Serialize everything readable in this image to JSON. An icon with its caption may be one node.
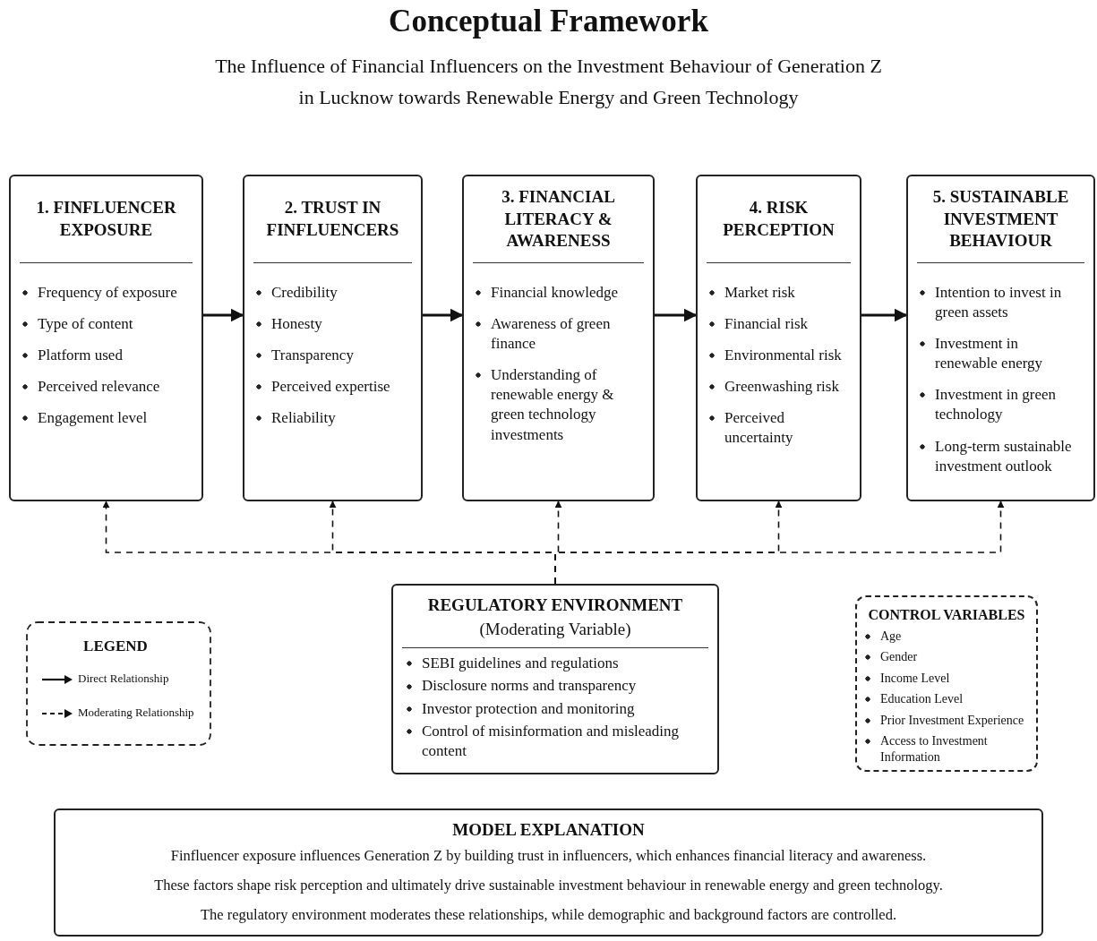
{
  "diagram": {
    "title": "Conceptual Framework",
    "nodes": [
      {
        "text": [
          "1. FINFLUENCER EXPOSURE",
          "Frequency of exposure",
          "Type of content",
          "Platform used",
          "Perceived relevance",
          "Engagement level"
        ]
      },
      {
        "text": [
          "2. TRUST IN FINFLUENCERS",
          "Credibility",
          "Honesty",
          "Transparency",
          "Perceived expertise",
          "Reliability"
        ]
      },
      {
        "text": [
          "3. FINANCIAL LITERACY & AWARENESS",
          "Financial knowledge",
          "Awareness of green finance",
          "Understanding of renewable energy & green technology investments"
        ]
      },
      {
        "text": [
          "4. RISK PERCEPTION",
          "Market risk",
          "Financial risk",
          "Environmental risk",
          "Greenwashing risk",
          "Perceived uncertainty"
        ]
      },
      {
        "text": [
          "5. SUSTAINABLE INVESTMENT BEHAVIOUR",
          "Intention to invest in green assets",
          "Investment in renewable energy",
          "Investment in green technology",
          "Long-term sustainable investment outlook"
        ]
      },
      {
        "text": [
          "REGULATORY ENVIRONMENT",
          "(Moderating Variable)",
          "SEBI guidelines and regulations",
          "Disclosure norms and transparency",
          "Investor protection and monitoring",
          "Control of misinformation and misleading content"
        ]
      },
      {
        "text": [
          "CONTROL VARIABLES",
          "Age",
          "Gender",
          "Income Level",
          "Education Level",
          "Prior Investment Experience",
          "Access to Investment Information"
        ]
      },
      {
        "text": [
          "MODEL EXPLANATION",
          "Finfluencer exposure influences Generation Z by building trust in influencers, which enhances financial literacy and awareness.",
          "These factors shape risk perception and ultimately drive sustainable investment behaviour in renewable energy and green technology.",
          "The regulatory environment moderates these relationships, while demographic and background factors are controlled."
        ]
      }
    ],
    "edges": [
      {
        "from": 0,
        "to": 1,
        "arrow": "to"
      },
      {
        "from": 1,
        "to": 2,
        "arrow": "to"
      },
      {
        "from": 2,
        "to": 3,
        "arrow": "to"
      },
      {
        "from": 3,
        "to": 4,
        "arrow": "to"
      },
      {
        "from": 5,
        "to": 0,
        "arrow": "to",
        "style": "dashed"
      },
      {
        "from": 5,
        "to": 1,
        "arrow": "to",
        "style": "dashed"
      },
      {
        "from": 5,
        "to": 2,
        "arrow": "to",
        "style": "dashed"
      },
      {
        "from": 5,
        "to": 3,
        "arrow": "to",
        "style": "dashed"
      },
      {
        "from": 5,
        "to": 4,
        "arrow": "to",
        "style": "dashed"
      }
    ],
    "labels": [
      "The Influence of Financial Influencers on the Investment Behaviour of Generation Z in Lucknow towards Renewable Energy and Green Technology",
      "LEGEND"
    ],
    "legend": [
      {
        "text": "Direct Relationship"
      },
      {
        "text": "Moderating Relationship"
      }
    ]
  }
}
